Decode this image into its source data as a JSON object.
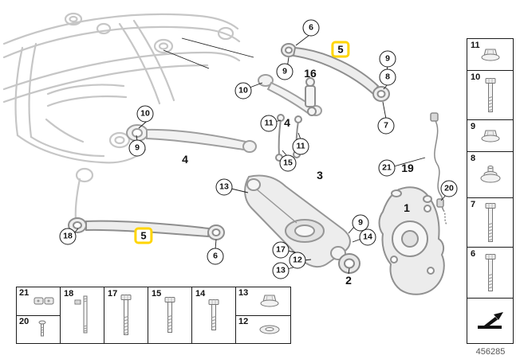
{
  "figure": {
    "part_number": "456285"
  },
  "diagram": {
    "highlight_color": "#FFD500",
    "callouts": [
      {
        "label": "6",
        "style": "circle"
      },
      {
        "label": "5",
        "style": "highlight"
      },
      {
        "label": "9",
        "style": "circle"
      },
      {
        "label": "16",
        "style": "bold"
      },
      {
        "label": "9",
        "style": "circle"
      },
      {
        "label": "8",
        "style": "circle"
      },
      {
        "label": "10",
        "style": "circle"
      },
      {
        "label": "11",
        "style": "circle"
      },
      {
        "label": "4",
        "style": "bold"
      },
      {
        "label": "7",
        "style": "circle"
      },
      {
        "label": "10",
        "style": "circle"
      },
      {
        "label": "9",
        "style": "circle"
      },
      {
        "label": "11",
        "style": "circle"
      },
      {
        "label": "15",
        "style": "circle"
      },
      {
        "label": "4",
        "style": "bold"
      },
      {
        "label": "13",
        "style": "circle"
      },
      {
        "label": "21",
        "style": "circle"
      },
      {
        "label": "19",
        "style": "bold"
      },
      {
        "label": "3",
        "style": "bold"
      },
      {
        "label": "20",
        "style": "circle"
      },
      {
        "label": "1",
        "style": "bold"
      },
      {
        "label": "18",
        "style": "circle"
      },
      {
        "label": "5",
        "style": "highlight"
      },
      {
        "label": "6",
        "style": "circle"
      },
      {
        "label": "9",
        "style": "circle"
      },
      {
        "label": "14",
        "style": "circle"
      },
      {
        "label": "17",
        "style": "circle"
      },
      {
        "label": "12",
        "style": "circle"
      },
      {
        "label": "13",
        "style": "circle"
      },
      {
        "label": "2",
        "style": "bold"
      }
    ]
  },
  "sidebar": {
    "items": [
      {
        "label": "11",
        "icon": "flange-nut"
      },
      {
        "label": "10",
        "icon": "bolt"
      },
      {
        "label": "9",
        "icon": "flange-nut"
      },
      {
        "label": "8",
        "icon": "round-mount"
      },
      {
        "label": "7",
        "icon": "long-bolt"
      },
      {
        "label": "6",
        "icon": "bolt"
      }
    ]
  },
  "bottom_strip": {
    "cells": [
      {
        "label": "21",
        "icon": "bracket"
      },
      {
        "label": "20",
        "icon": "screw"
      },
      {
        "label": "18",
        "icon": "stud-bolt"
      },
      {
        "label": "17",
        "icon": "long-bolt"
      },
      {
        "label": "15",
        "icon": "bolt"
      },
      {
        "label": "14",
        "icon": "bolt"
      },
      {
        "label": "13",
        "icon": "flange-nut"
      },
      {
        "label": "12",
        "icon": "washer"
      }
    ]
  }
}
